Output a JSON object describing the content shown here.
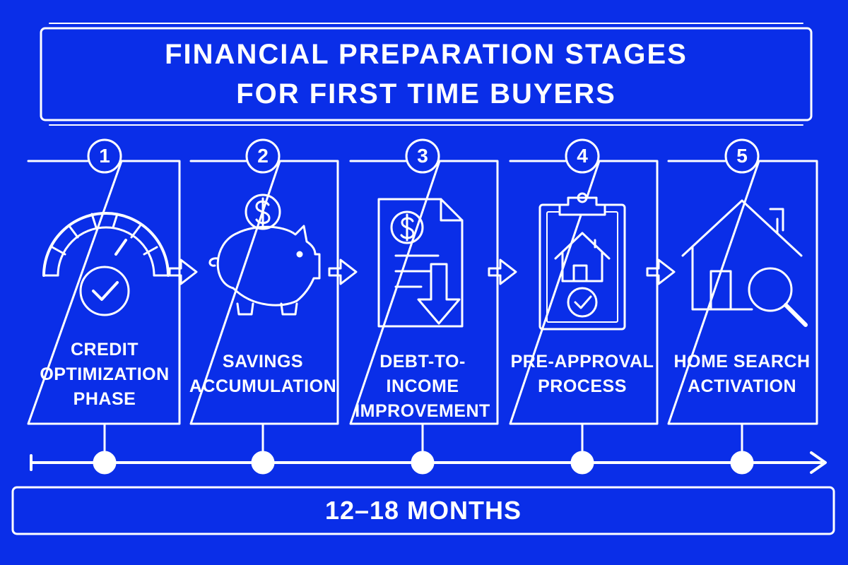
{
  "title": {
    "line1": "FINANCIAL PREPARATION STAGES",
    "line2": "FOR FIRST TIME BUYERS"
  },
  "stages": [
    {
      "number": "1",
      "label": "CREDIT OPTIMIZATION PHASE",
      "icon": "credit-gauge-check-icon"
    },
    {
      "number": "2",
      "label": "SAVINGS ACCUMULATION",
      "icon": "piggy-bank-dollar-icon"
    },
    {
      "number": "3",
      "label": "DEBT-TO-INCOME IMPROVEMENT",
      "icon": "document-dollar-down-arrow-icon"
    },
    {
      "number": "4",
      "label": "PRE-APPROVAL PROCESS",
      "icon": "clipboard-house-check-icon"
    },
    {
      "number": "5",
      "label": "HOME SEARCH ACTIVATION",
      "icon": "house-magnifier-icon"
    }
  ],
  "timeline": {
    "duration": "12–18 MONTHS"
  },
  "colors": {
    "background": "#0a2ee8",
    "line": "#ffffff"
  }
}
